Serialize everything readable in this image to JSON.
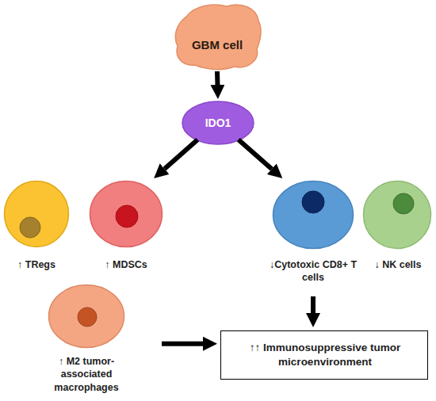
{
  "diagram": {
    "nodes": [
      {
        "text": [
          "GBM cell"
        ]
      },
      {
        "text": [
          "IDO1"
        ]
      },
      {
        "text": [
          "↑ TRegs"
        ]
      },
      {
        "text": [
          "↑ MDSCs"
        ]
      },
      {
        "text": [
          "↓Cytotoxic CD8+ T cells"
        ]
      },
      {
        "text": [
          "↓ NK cells"
        ]
      },
      {
        "text": [
          "↑ M2 tumor-associated macrophages"
        ]
      },
      {
        "text": [
          "↑↑ Immunosuppressive tumor microenvironment"
        ]
      }
    ],
    "edges": [
      {
        "from": 0,
        "to": 1,
        "arrow": "to"
      },
      {
        "from": 1,
        "to": 3,
        "arrow": "to"
      },
      {
        "from": 1,
        "to": 4,
        "arrow": "to"
      },
      {
        "from": 4,
        "to": 7,
        "arrow": "to"
      },
      {
        "from": 6,
        "to": 7,
        "arrow": "to"
      }
    ]
  }
}
